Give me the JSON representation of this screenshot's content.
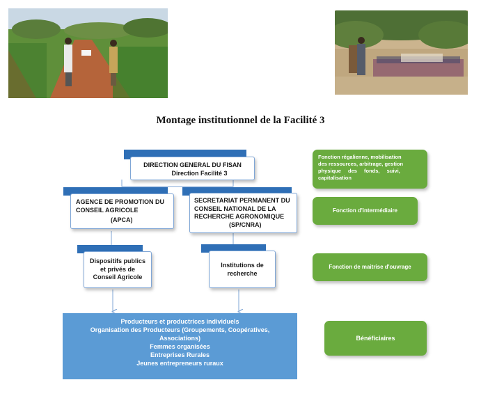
{
  "title": "Montage institutionnel de la Facilité 3",
  "boxes": {
    "dg_line1": "DIRECTION GENERAL DU FISAN",
    "dg_line2": "Direction Facilité 3",
    "apca_line1": "AGENCE DE PROMOTION DU",
    "apca_line2": "CONSEIL AGRICOLE",
    "apca_line3": "(APCA)",
    "cnra_line1": "SECRETARIAT PERMANENT DU",
    "cnra_line2": "CONSEIL NATIONAL DE LA",
    "cnra_line3": "RECHERCHE AGRONOMIQUE",
    "cnra_line4": "(SP/CNRA)",
    "disp_line1": "Dispositifs publics",
    "disp_line2": "et privés de",
    "disp_line3": "Conseil Agricole",
    "inst_line1": "Institutions de",
    "inst_line2": "recherche"
  },
  "beneficiaries": [
    "Producteurs et productrices individuels",
    "Organisation des Producteurs (Groupements, Coopératives,",
    "Associations)",
    "Femmes organisées",
    "Entreprises Rurales",
    "Jeunes entrepreneurs ruraux"
  ],
  "functions": {
    "regalienne_l1": "Fonction régalienne, mobilisation",
    "regalienne_l2": "des ressources, arbitrage, gestion",
    "regalienne_l3": "physique des fonds, suivi,",
    "regalienne_l4": "capitalisation",
    "intermediaire": "Fonction d'intermédiaire",
    "maitrise": "Fonction de maitrise d'ouvrage",
    "beneficiaires": "Bénéficiaires"
  },
  "colors": {
    "blue_dark": "#2f6fb6",
    "blue_light": "#5b9bd5",
    "green": "#6aab3e"
  }
}
